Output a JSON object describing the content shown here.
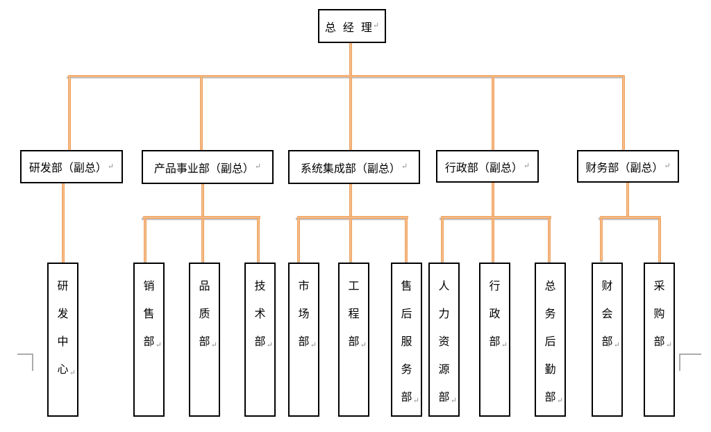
{
  "marks": {
    "paragraph": "↵"
  },
  "colors": {
    "connector": "#F0964B",
    "connector_highlight": "#F8C9A0",
    "connector_shadow": "#A6A6A6",
    "box_border": "#000000",
    "page_background": "#FFFFFF",
    "paragraph_mark": "#8C8C8C",
    "margin_mark": "#ABABAB"
  },
  "org_chart": {
    "root": {
      "label": "总 经 理"
    },
    "departments": [
      {
        "label": "研发部（副总）",
        "children": [
          "研发中心"
        ]
      },
      {
        "label": "产品事业部（副总）",
        "children": [
          "销售部",
          "品质部",
          "技术部"
        ]
      },
      {
        "label": "系统集成部（副总）",
        "children": [
          "市场部",
          "工程部",
          "售后服务部"
        ]
      },
      {
        "label": "行政部（副总）",
        "children": [
          "人力资源部",
          "行政部",
          "总务后勤部"
        ]
      },
      {
        "label": "财务部（副总）",
        "children": [
          "财会部",
          "采购部"
        ]
      }
    ]
  }
}
